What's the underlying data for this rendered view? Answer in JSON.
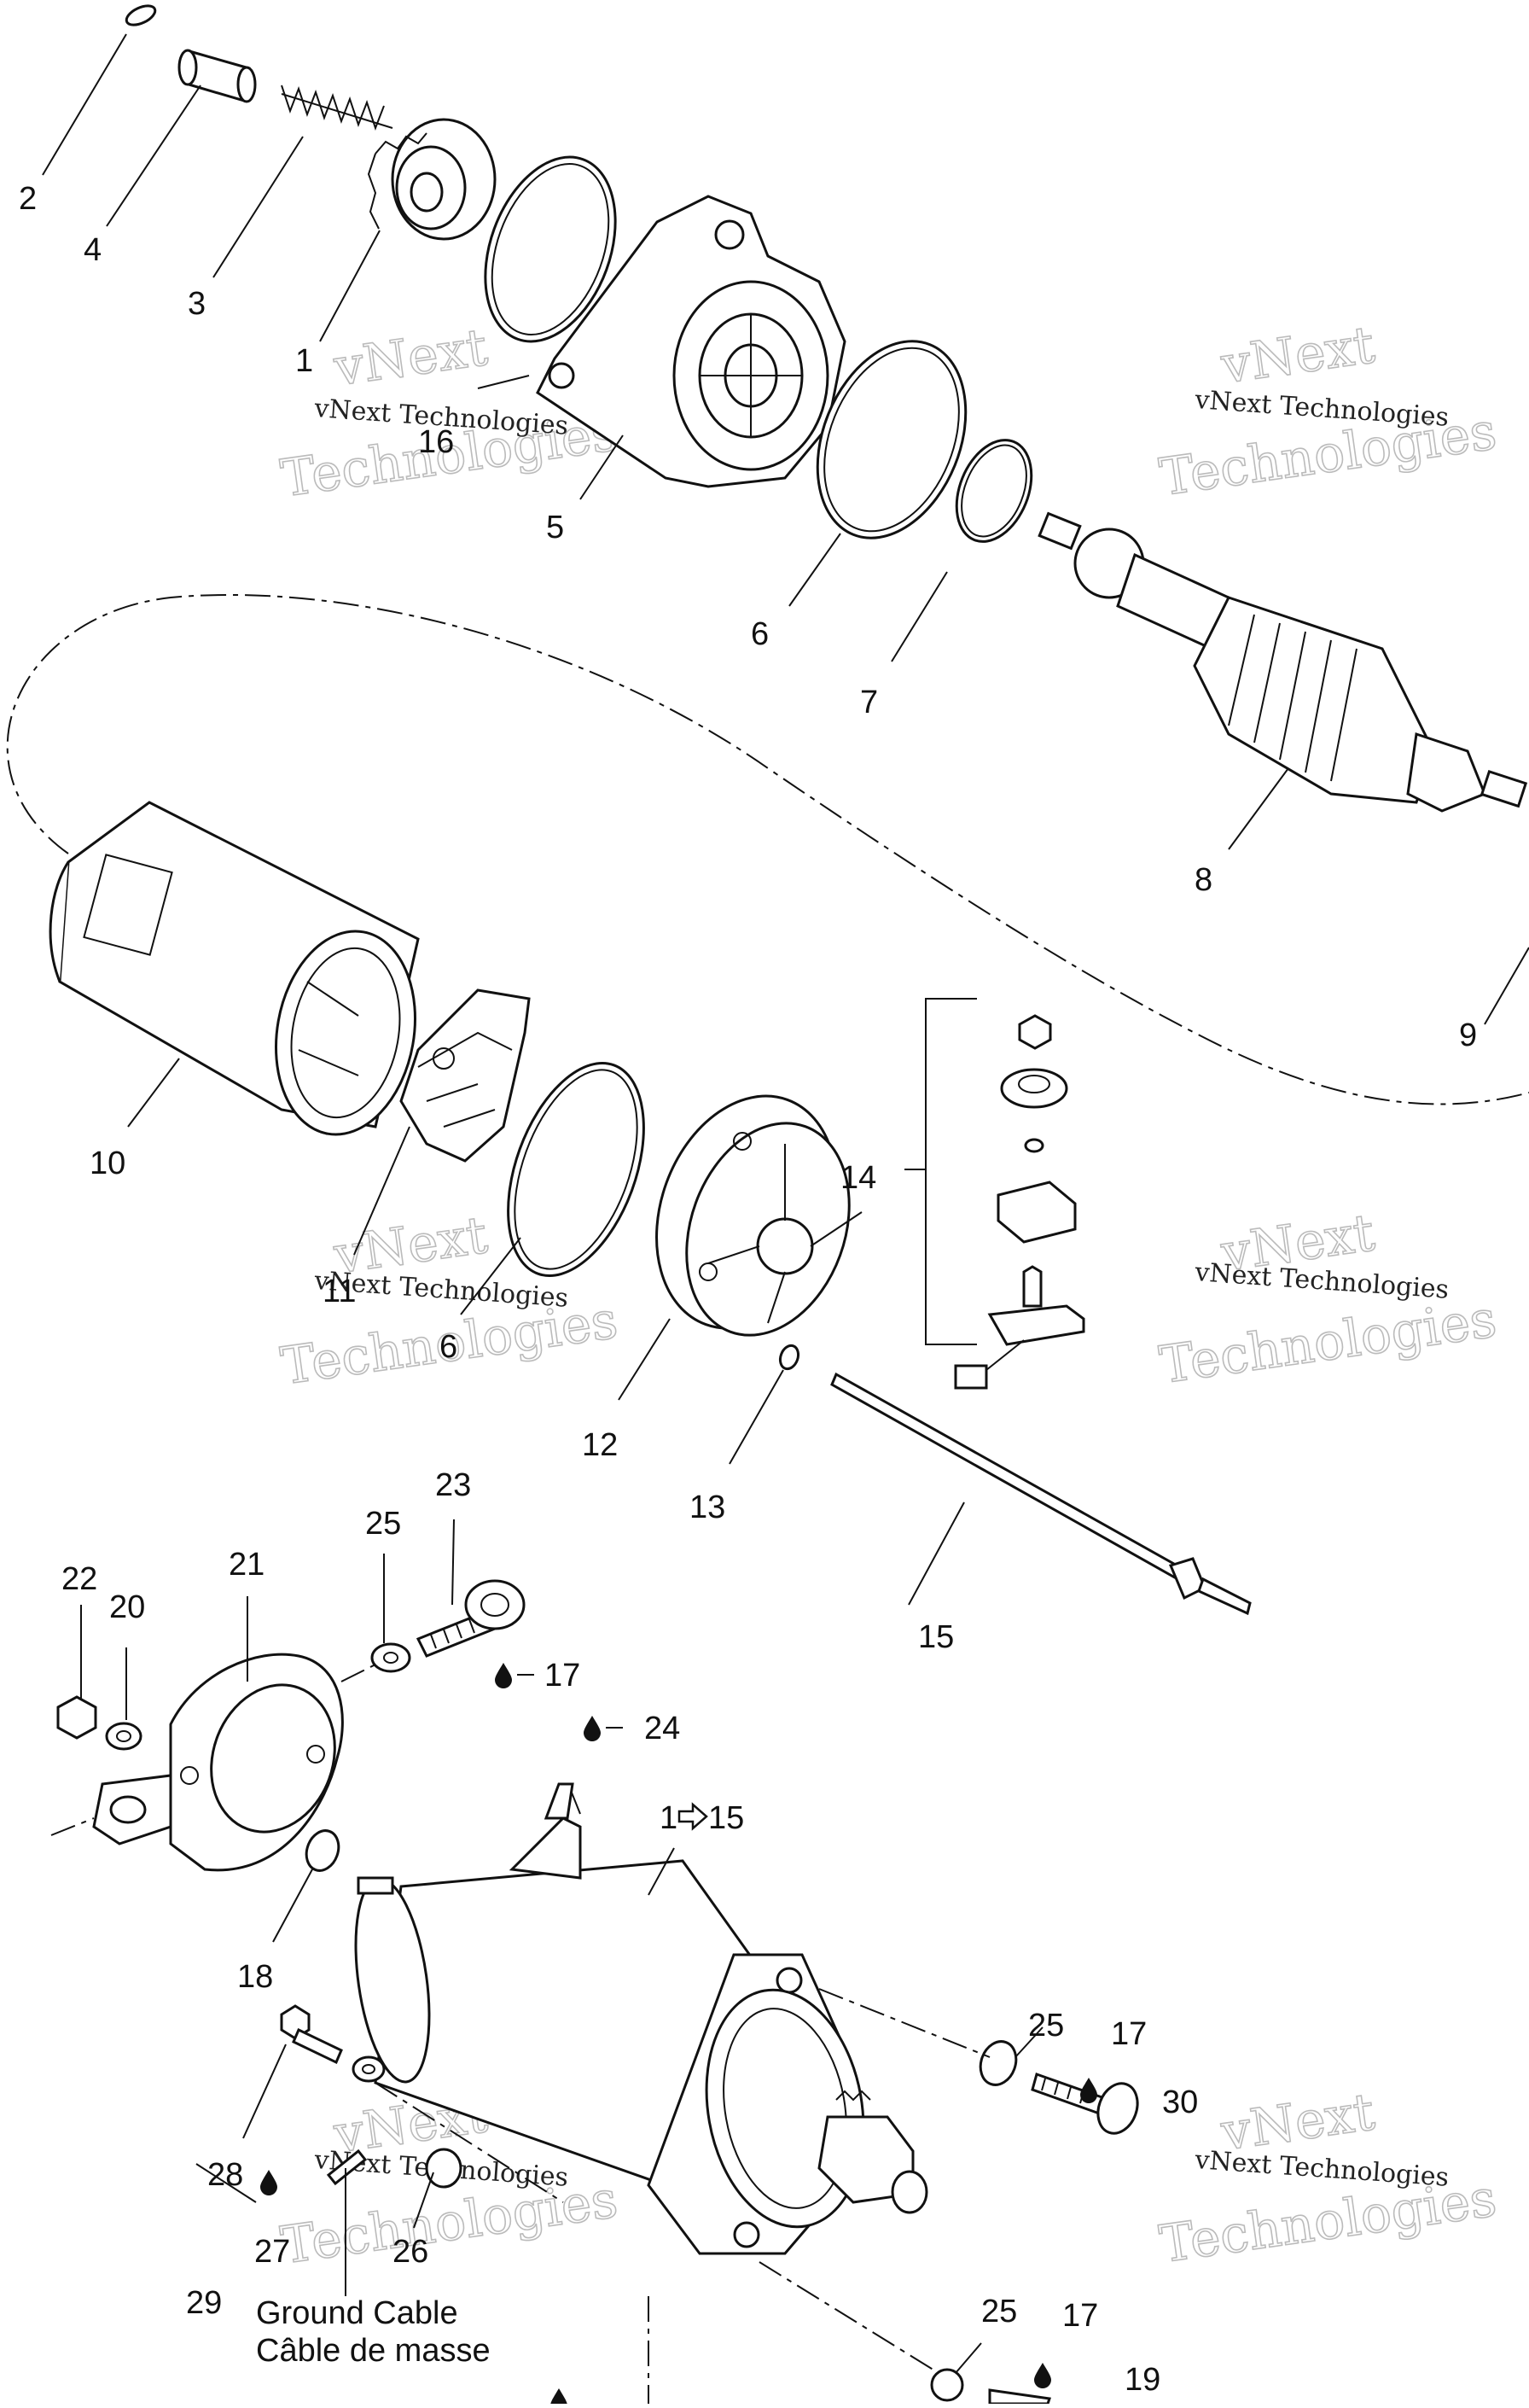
{
  "callouts": [
    {
      "id": "c2",
      "text": "2"
    },
    {
      "id": "c4",
      "text": "4"
    },
    {
      "id": "c3",
      "text": "3"
    },
    {
      "id": "c1",
      "text": "1"
    },
    {
      "id": "c16",
      "text": "16"
    },
    {
      "id": "c5",
      "text": "5"
    },
    {
      "id": "c6a",
      "text": "6"
    },
    {
      "id": "c7",
      "text": "7"
    },
    {
      "id": "c8",
      "text": "8"
    },
    {
      "id": "c9",
      "text": "9"
    },
    {
      "id": "c10",
      "text": "10"
    },
    {
      "id": "c14",
      "text": "14"
    },
    {
      "id": "c11",
      "text": "11"
    },
    {
      "id": "c6b",
      "text": "6"
    },
    {
      "id": "c12",
      "text": "12"
    },
    {
      "id": "c13",
      "text": "13"
    },
    {
      "id": "c15",
      "text": "15"
    },
    {
      "id": "c23",
      "text": "23"
    },
    {
      "id": "c25a",
      "text": "25"
    },
    {
      "id": "c22",
      "text": "22"
    },
    {
      "id": "c20",
      "text": "20"
    },
    {
      "id": "c21",
      "text": "21"
    },
    {
      "id": "c17a",
      "text": "17"
    },
    {
      "id": "c24",
      "text": "24"
    },
    {
      "id": "c18",
      "text": "18"
    },
    {
      "id": "c25b",
      "text": "25"
    },
    {
      "id": "c17b",
      "text": "17"
    },
    {
      "id": "c30",
      "text": "30"
    },
    {
      "id": "c28",
      "text": "28"
    },
    {
      "id": "c27",
      "text": "27"
    },
    {
      "id": "c26",
      "text": "26"
    },
    {
      "id": "c29",
      "text": "29"
    },
    {
      "id": "c25c",
      "text": "25"
    },
    {
      "id": "c17c",
      "text": "17"
    },
    {
      "id": "c19",
      "text": "19"
    }
  ],
  "assembly_ref": {
    "from": "1",
    "to": "15"
  },
  "ground_cable": {
    "en": "Ground Cable",
    "fr": "Câble de masse"
  },
  "watermark": {
    "line1": "vNext Technologies",
    "line2": "vNext",
    "line3": "Technologies"
  },
  "icons": {
    "drop": "sealant-drop-icon",
    "arrow": "assembly-arrow-icon"
  }
}
